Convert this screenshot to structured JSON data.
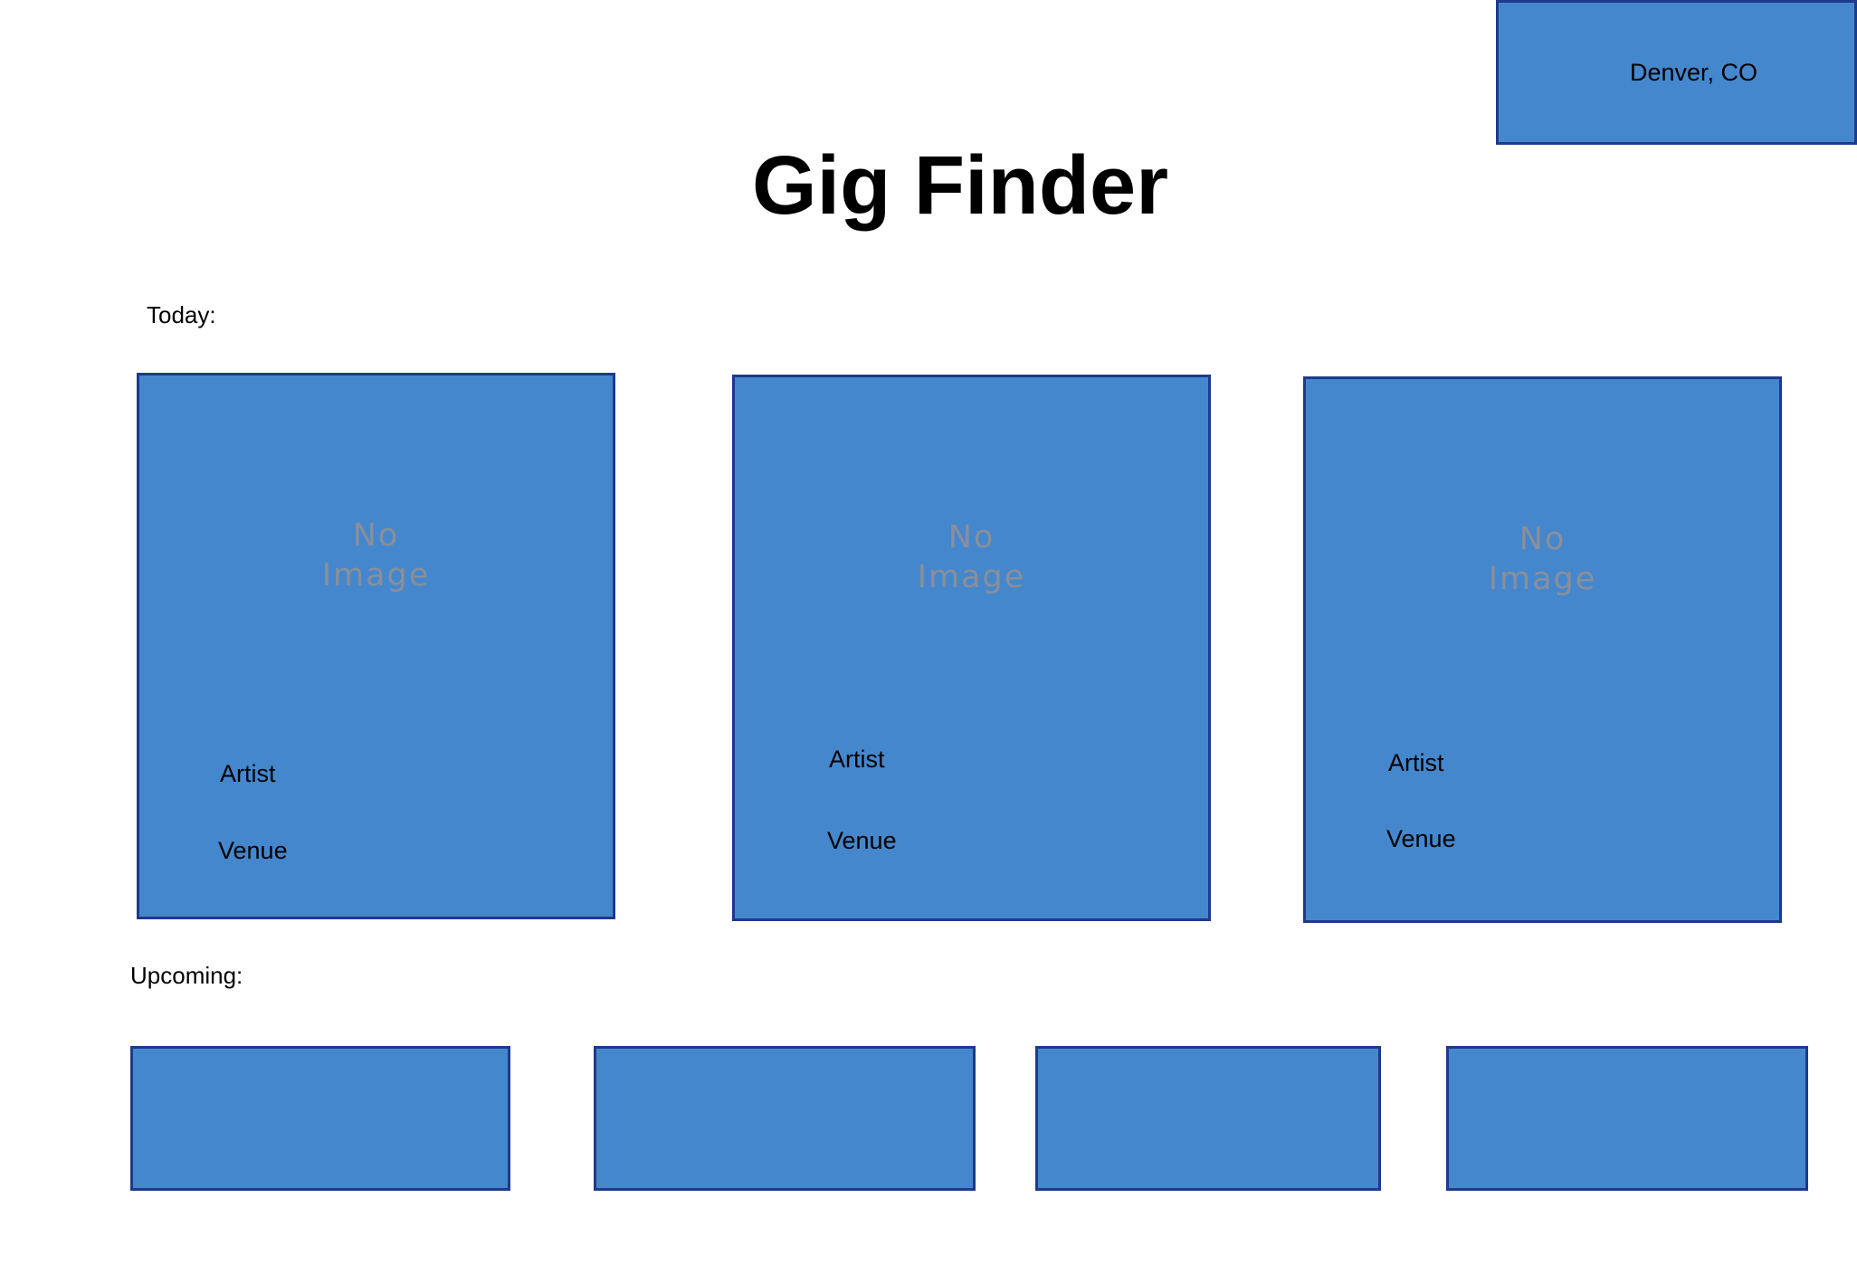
{
  "location": {
    "label": "Denver, CO"
  },
  "app": {
    "title": "Gig Finder"
  },
  "sections": {
    "today_label": "Today:",
    "upcoming_label": "Upcoming:"
  },
  "today_cards": [
    {
      "placeholder_line1": "No",
      "placeholder_line2": "Image",
      "artist": "Artist",
      "venue": "Venue"
    },
    {
      "placeholder_line1": "No",
      "placeholder_line2": "Image",
      "artist": "Artist",
      "venue": "Venue"
    },
    {
      "placeholder_line1": "No",
      "placeholder_line2": "Image",
      "artist": "Artist",
      "venue": "Venue"
    }
  ],
  "colors": {
    "card_fill": "#4587cc",
    "card_border": "#1e3a8a",
    "placeholder_text": "#8a8f9a"
  }
}
